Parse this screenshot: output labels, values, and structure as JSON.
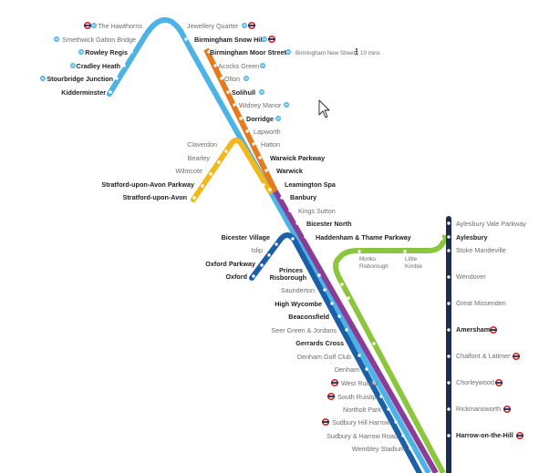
{
  "colors": {
    "light_blue_line": "#4db3e6",
    "orange_line": "#e57a1f",
    "yellow_line": "#f2b81c",
    "purple_line": "#8a3c96",
    "dark_blue_line": "#1b5fa6",
    "green_line": "#8cc63f",
    "navy_line": "#1c2d4f",
    "underground_red": "#d8232a"
  },
  "icons": {
    "underground": "underground-roundel-icon",
    "rail": "national-rail-icon",
    "walk": "walking-person-icon",
    "cursor": "mouse-pointer-icon"
  },
  "stations": {
    "the_hawthorns": "The Hawthorns",
    "jewellery_quarter": "Jewellery Quarter",
    "smethwick_galton_bridge": "Smethwick Galton Bridge",
    "birmingham_snow_hill": "Birmingham Snow Hill",
    "rowley_regis": "Rowley Regis",
    "birmingham_moor_street": "Birmingham Moor Street",
    "birmingham_new_street_note": "Birmingham New Street",
    "walk_time": "10 mins",
    "cradley_heath": "Cradley Heath",
    "acocks_green": "Acocks Green",
    "stourbridge_junction": "Stourbridge Junction",
    "olton": "Olton",
    "kidderminster": "Kidderminster",
    "solihull": "Solihull",
    "widney_manor": "Widney Manor",
    "dorridge": "Dorridge",
    "lapworth": "Lapworth",
    "claverdon": "Claverdon",
    "hatton": "Hatton",
    "bearley": "Bearley",
    "warwick_parkway": "Warwick Parkway",
    "wilmcote": "Wilmcote",
    "warwick": "Warwick",
    "stratford_parkway": "Stratford-upon-Avon Parkway",
    "leamington_spa": "Leamington Spa",
    "stratford": "Stratford-upon-Avon",
    "banbury": "Banbury",
    "kings_sutton": "Kings Sutton",
    "bicester_north": "Bicester North",
    "aylesbury_vale_parkway": "Aylesbury Vale Parkway",
    "bicester_village": "Bicester Village",
    "haddenham_thame": "Haddenham & Thame Parkway",
    "aylesbury": "Aylesbury",
    "islip": "Islip",
    "stoke_mandeville": "Stoke Mandeville",
    "oxford_parkway": "Oxford Parkway",
    "monks_risborough_1": "Monks",
    "monks_risborough_2": "Risborough",
    "little_kimble_1": "Little",
    "little_kimble_2": "Kimble",
    "oxford": "Oxford",
    "princes_risborough_1": "Princes",
    "princes_risborough_2": "Risborough",
    "wendover": "Wendover",
    "saunderton": "Saunderton",
    "high_wycombe": "High Wycombe",
    "great_missenden": "Great Missenden",
    "beaconsfield": "Beaconsfield",
    "seer_green": "Seer Green & Jordans",
    "amersham": "Amersham",
    "gerrards_cross": "Gerrards Cross",
    "denham_golf_club": "Denham Golf Club",
    "chalfont_latimer": "Chalfont & Latimer",
    "denham": "Denham",
    "west_ruislip": "West Ruislip",
    "chorleywood": "Chorleywood",
    "south_ruislip": "South Ruislip",
    "northolt_park": "Northolt Park",
    "rickmansworth": "Rickmansworth",
    "sudbury_hill_harrow": "Sudbury Hill Harrow",
    "harrow_on_the_hill": "Harrow-on-the-Hill",
    "sudbury_harrow_road": "Sudbury & Harrow Road",
    "wembley_stadium": "Wembley Stadium"
  }
}
